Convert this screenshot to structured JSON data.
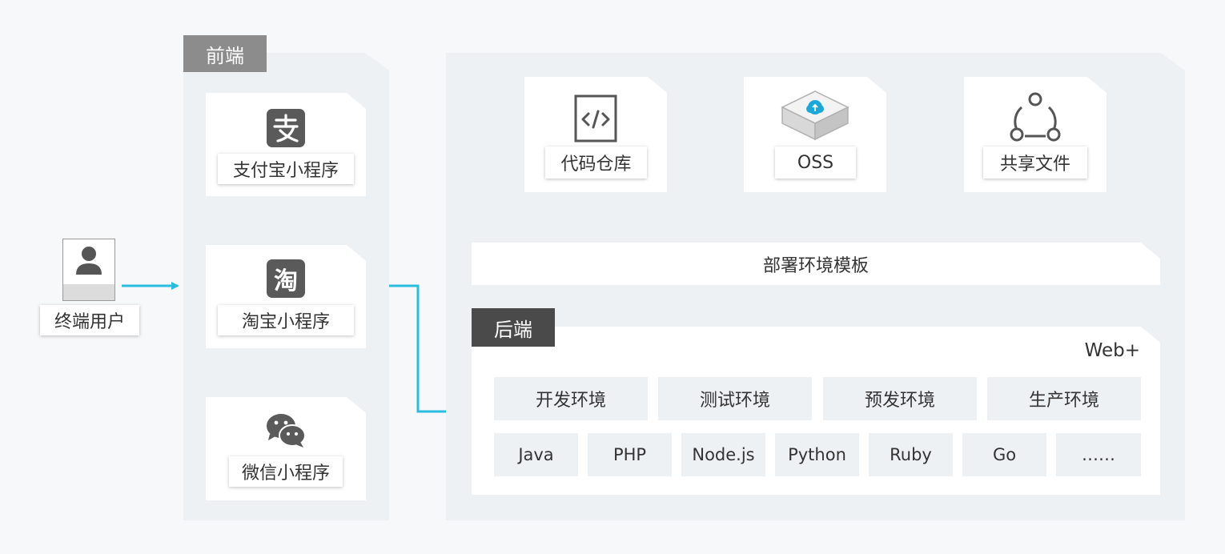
{
  "user": {
    "label": "终端用户"
  },
  "frontend": {
    "title": "前端",
    "items": [
      {
        "label": "支付宝小程序",
        "icon": "alipay-icon"
      },
      {
        "label": "淘宝小程序",
        "icon": "taobao-icon",
        "glyph": "淘"
      },
      {
        "label": "微信小程序",
        "icon": "wechat-icon"
      }
    ]
  },
  "sources": [
    {
      "label": "代码仓库",
      "icon": "code-repo-icon"
    },
    {
      "label": "OSS",
      "icon": "oss-icon"
    },
    {
      "label": "共享文件",
      "icon": "share-icon"
    }
  ],
  "template": {
    "label": "部署环境模板"
  },
  "backend": {
    "title": "后端",
    "platform": "Web+",
    "environments": [
      "开发环境",
      "测试环境",
      "预发环境",
      "生产环境"
    ],
    "languages": [
      "Java",
      "PHP",
      "Node.js",
      "Python",
      "Ruby",
      "Go",
      "……"
    ]
  },
  "colors": {
    "arrow": "#29bde0",
    "connector": "#aaaaaa",
    "frontend_tag": "#8c8c8c",
    "backend_tag": "#4a4a4a"
  }
}
